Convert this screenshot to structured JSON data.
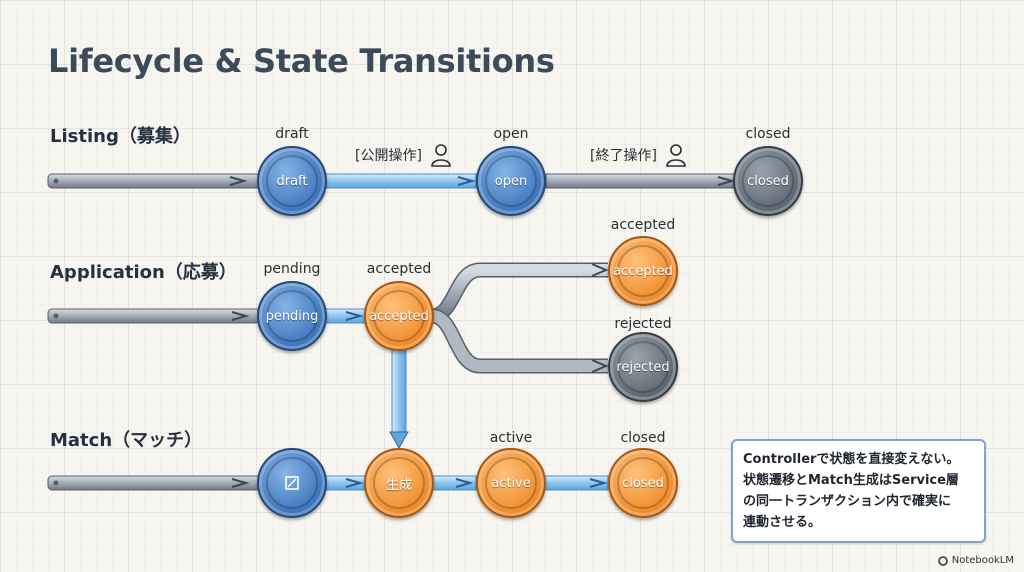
{
  "title": "Lifecycle & State Transitions",
  "rows": {
    "listing": {
      "label": "Listing（募集）",
      "nodes": [
        {
          "caption": "draft",
          "text": "draft",
          "color": "blue"
        },
        {
          "caption": "open",
          "text": "open",
          "color": "blue"
        },
        {
          "caption": "closed",
          "text": "closed",
          "color": "gray"
        }
      ],
      "actions": [
        "[公開操作]",
        "[終了操作]"
      ]
    },
    "application": {
      "label": "Application（応募）",
      "nodes": [
        {
          "caption": "pending",
          "text": "pending",
          "color": "blue"
        },
        {
          "caption": "accepted",
          "text": "accepted",
          "color": "orange"
        },
        {
          "caption": "accepted",
          "text": "accepted",
          "color": "orange"
        },
        {
          "caption": "rejected",
          "text": "rejected",
          "color": "gray"
        }
      ]
    },
    "match": {
      "label": "Match（マッチ）",
      "nodes": [
        {
          "caption": "",
          "text": "",
          "color": "blue"
        },
        {
          "caption": "",
          "text": "生成",
          "color": "orange"
        },
        {
          "caption": "active",
          "text": "active",
          "color": "orange"
        },
        {
          "caption": "closed",
          "text": "closed",
          "color": "orange"
        }
      ]
    }
  },
  "note": {
    "lines": [
      "Controllerで状態を直接変えない。",
      "状態遷移とMatch生成はService層",
      "の同一トランザクション内で確実に",
      "連動させる。"
    ]
  },
  "brand": "NotebookLM",
  "colors": {
    "blue": "#3c74bb",
    "orange": "#ef8a2a",
    "gray": "#5d6771",
    "accent_line": "#8cc4ef"
  }
}
